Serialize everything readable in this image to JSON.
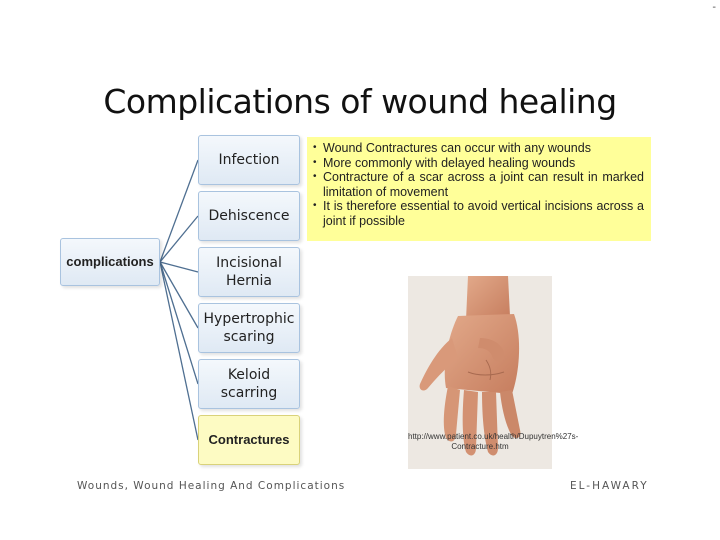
{
  "slide_marker": "-",
  "title": "Complications of wound healing",
  "diagram": {
    "root": "complications",
    "children": [
      {
        "label": "Infection"
      },
      {
        "label": "Dehiscence"
      },
      {
        "label": "Incisional Hernia"
      },
      {
        "label": "Hypertrophic scaring"
      },
      {
        "label": "Keloid scarring"
      },
      {
        "label": "Contractures"
      }
    ]
  },
  "info_box": {
    "bullets": [
      "Wound Contractures can occur with any wounds",
      "More commonly with delayed healing wounds",
      "Contracture of a scar across a joint can result in marked limitation of movement",
      "It is therefore essential to avoid vertical incisions across a joint if possible"
    ],
    "background_color": "#ffff99"
  },
  "image": {
    "caption": "http://www.patient.co.uk/health/Dupuytren%27s-Contracture.htm"
  },
  "footer": {
    "left": "Wounds, Wound Healing And Complications",
    "right": "EL-HAWARY"
  }
}
